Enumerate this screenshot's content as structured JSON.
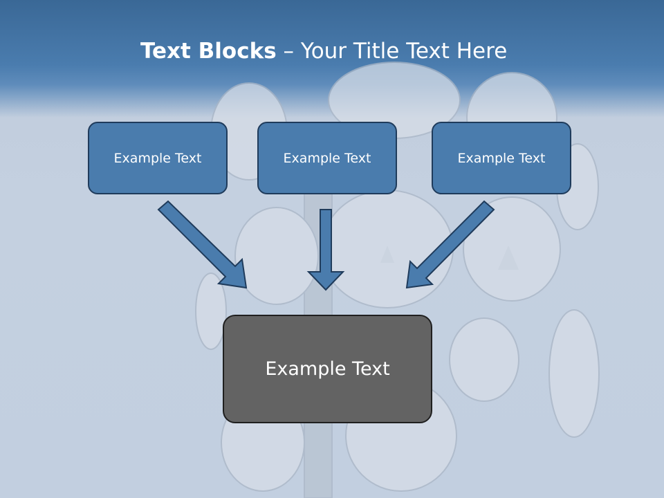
{
  "title": {
    "bold": "Text Blocks",
    "dash": " – ",
    "rest": "Your Title Text Here"
  },
  "blocks": [
    {
      "label": "Example Text"
    },
    {
      "label": "Example Text"
    },
    {
      "label": "Example Text"
    }
  ],
  "target": {
    "label": "Example Text"
  },
  "colors": {
    "header": "#3a6896",
    "box": "#4a7cad",
    "box_border": "#1f3b5b",
    "target": "#636363",
    "arrow": "#4a7cad"
  }
}
